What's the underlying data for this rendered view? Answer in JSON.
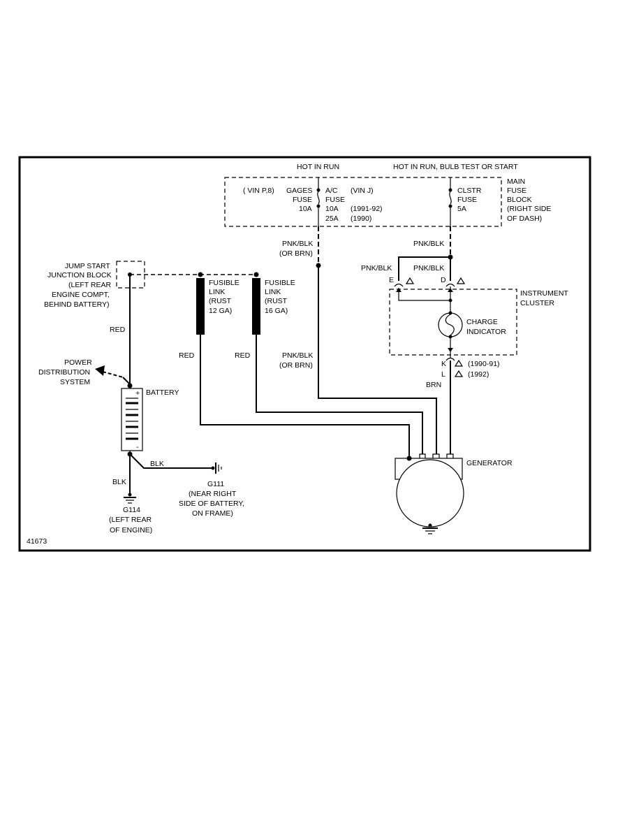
{
  "diagram_id": "41673",
  "fuse_block": {
    "hot_in_run": "HOT IN RUN",
    "hot_in_run_bulb": "HOT IN RUN, BULB TEST OR START",
    "vin_p8": "( VIN P,8)",
    "gages_fuse": [
      "GAGES",
      "FUSE",
      "10A"
    ],
    "ac_fuse": [
      "A/C",
      "FUSE",
      "10A",
      "25A"
    ],
    "ac_years": [
      "(1991-92)",
      "(1990)"
    ],
    "vin_j": "(VIN J)",
    "clstr_fuse": [
      "CLSTR",
      "FUSE",
      "5A"
    ],
    "main_fuse_block": [
      "MAIN",
      "FUSE",
      "BLOCK",
      "(RIGHT SIDE",
      "OF DASH)"
    ]
  },
  "wires": {
    "pnk_blk_or_brn": [
      "PNK/BLK",
      "(OR BRN)"
    ],
    "pnk_blk_right": "PNK/BLK",
    "pnk_blk_e": "PNK/BLK",
    "pnk_blk_d": "PNK/BLK",
    "pnk_blk_lower": [
      "PNK/BLK",
      "(OR BRN)"
    ],
    "brn": "BRN",
    "red_junction": "RED",
    "red_link1": "RED",
    "red_link2": "RED",
    "blk_ground": "BLK",
    "blk_battery": "BLK"
  },
  "jump_start": [
    "JUMP START",
    "JUNCTION BLOCK",
    "(LEFT REAR",
    "ENGINE COMPT,",
    "BEHIND BATTERY)"
  ],
  "fusible_link_1": [
    "FUSIBLE",
    "LINK",
    "(RUST",
    "12 GA)"
  ],
  "fusible_link_2": [
    "FUSIBLE",
    "LINK",
    "(RUST",
    "16 GA)"
  ],
  "instrument_cluster": [
    "INSTRUMENT",
    "CLUSTER"
  ],
  "charge_indicator": [
    "CHARGE",
    "INDICATOR"
  ],
  "connectors": {
    "e": "E",
    "d": "D",
    "k": "K",
    "l": "L",
    "k_years": "(1990-91)",
    "l_years": "(1992)"
  },
  "power_distribution": [
    "POWER",
    "DISTRIBUTION",
    "SYSTEM"
  ],
  "battery": {
    "label": "BATTERY",
    "plus": "+",
    "minus": "-"
  },
  "generator": "GENERATOR",
  "g111": [
    "G111",
    "(NEAR RIGHT",
    "SIDE OF BATTERY,",
    "ON FRAME)"
  ],
  "g114": [
    "G114",
    "(LEFT REAR",
    "OF ENGINE)"
  ]
}
